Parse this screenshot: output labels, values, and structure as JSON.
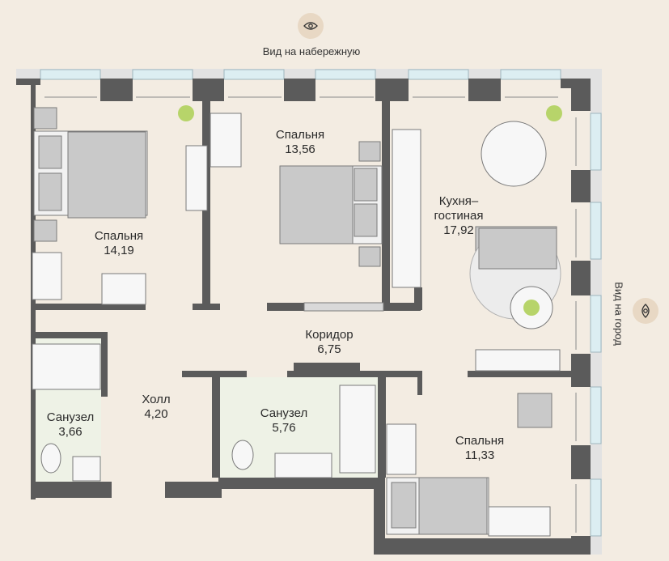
{
  "views": {
    "top": "Вид на набережную",
    "right": "Вид на город",
    "top_icon": "eye-icon",
    "right_icon": "eye-icon"
  },
  "rooms": [
    {
      "name": "Спальня",
      "area": "14,19"
    },
    {
      "name": "Спальня",
      "area": "13,56"
    },
    {
      "name": "Кухня–\nгостиная",
      "area": "17,92"
    },
    {
      "name": "Коридор",
      "area": "6,75"
    },
    {
      "name": "Холл",
      "area": "4,20"
    },
    {
      "name": "Санузел",
      "area": "3,66"
    },
    {
      "name": "Санузел",
      "area": "5,76"
    },
    {
      "name": "Спальня",
      "area": "11,33"
    }
  ],
  "colors": {
    "background": "#f3ece2",
    "wall": "#5b5b5b",
    "window": "#dceef2",
    "furniture": "#c9c9c9",
    "bathroom_floor": "#eef2e6",
    "accent": "#e8d8c4"
  }
}
